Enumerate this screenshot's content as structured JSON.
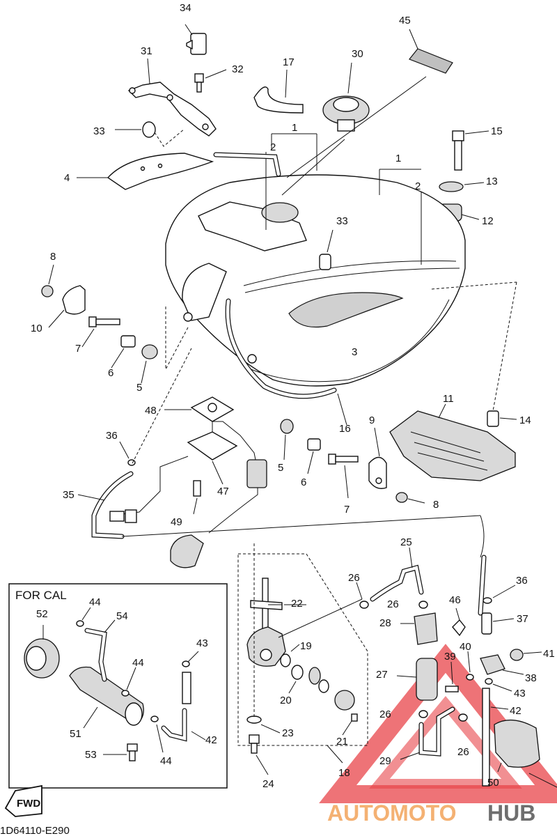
{
  "diagram_code": "1D64110-E290",
  "inset_title": "FOR CAL",
  "fwd_label": "FWD",
  "watermark": {
    "part1": "AUTOMOTO",
    "part2": "HUB",
    "color1": "#f2a35a",
    "color2": "#555555",
    "triangle_color": "#e8444a"
  },
  "callouts": {
    "c1a": "1",
    "c2a": "2",
    "c1b": "1",
    "c2b": "2",
    "c3": "3",
    "c4": "4",
    "c5a": "5",
    "c5b": "5",
    "c6a": "6",
    "c6b": "6",
    "c7a": "7",
    "c7b": "7",
    "c8a": "8",
    "c8b": "8",
    "c9": "9",
    "c10": "10",
    "c11": "11",
    "c12": "12",
    "c13": "13",
    "c14": "14",
    "c15": "15",
    "c16": "16",
    "c17": "17",
    "c18": "18",
    "c19": "19",
    "c20": "20",
    "c21": "21",
    "c22": "22",
    "c23": "23",
    "c24": "24",
    "c25": "25",
    "c26a": "26",
    "c26b": "26",
    "c26c": "26",
    "c26d": "26",
    "c27": "27",
    "c28": "28",
    "c29": "29",
    "c30": "30",
    "c31": "31",
    "c32": "32",
    "c33a": "33",
    "c33b": "33",
    "c34": "34",
    "c35": "35",
    "c36a": "36",
    "c36b": "36",
    "c37": "37",
    "c38": "38",
    "c39": "39",
    "c40": "40",
    "c41": "41",
    "c42a": "42",
    "c42b": "42",
    "c43a": "43",
    "c43b": "43",
    "c44a": "44",
    "c44b": "44",
    "c44c": "44",
    "c45": "45",
    "c46": "46",
    "c47": "47",
    "c48": "48",
    "c49": "49",
    "c50": "50",
    "c51": "51",
    "c52": "52",
    "c53": "53",
    "c54": "54"
  }
}
